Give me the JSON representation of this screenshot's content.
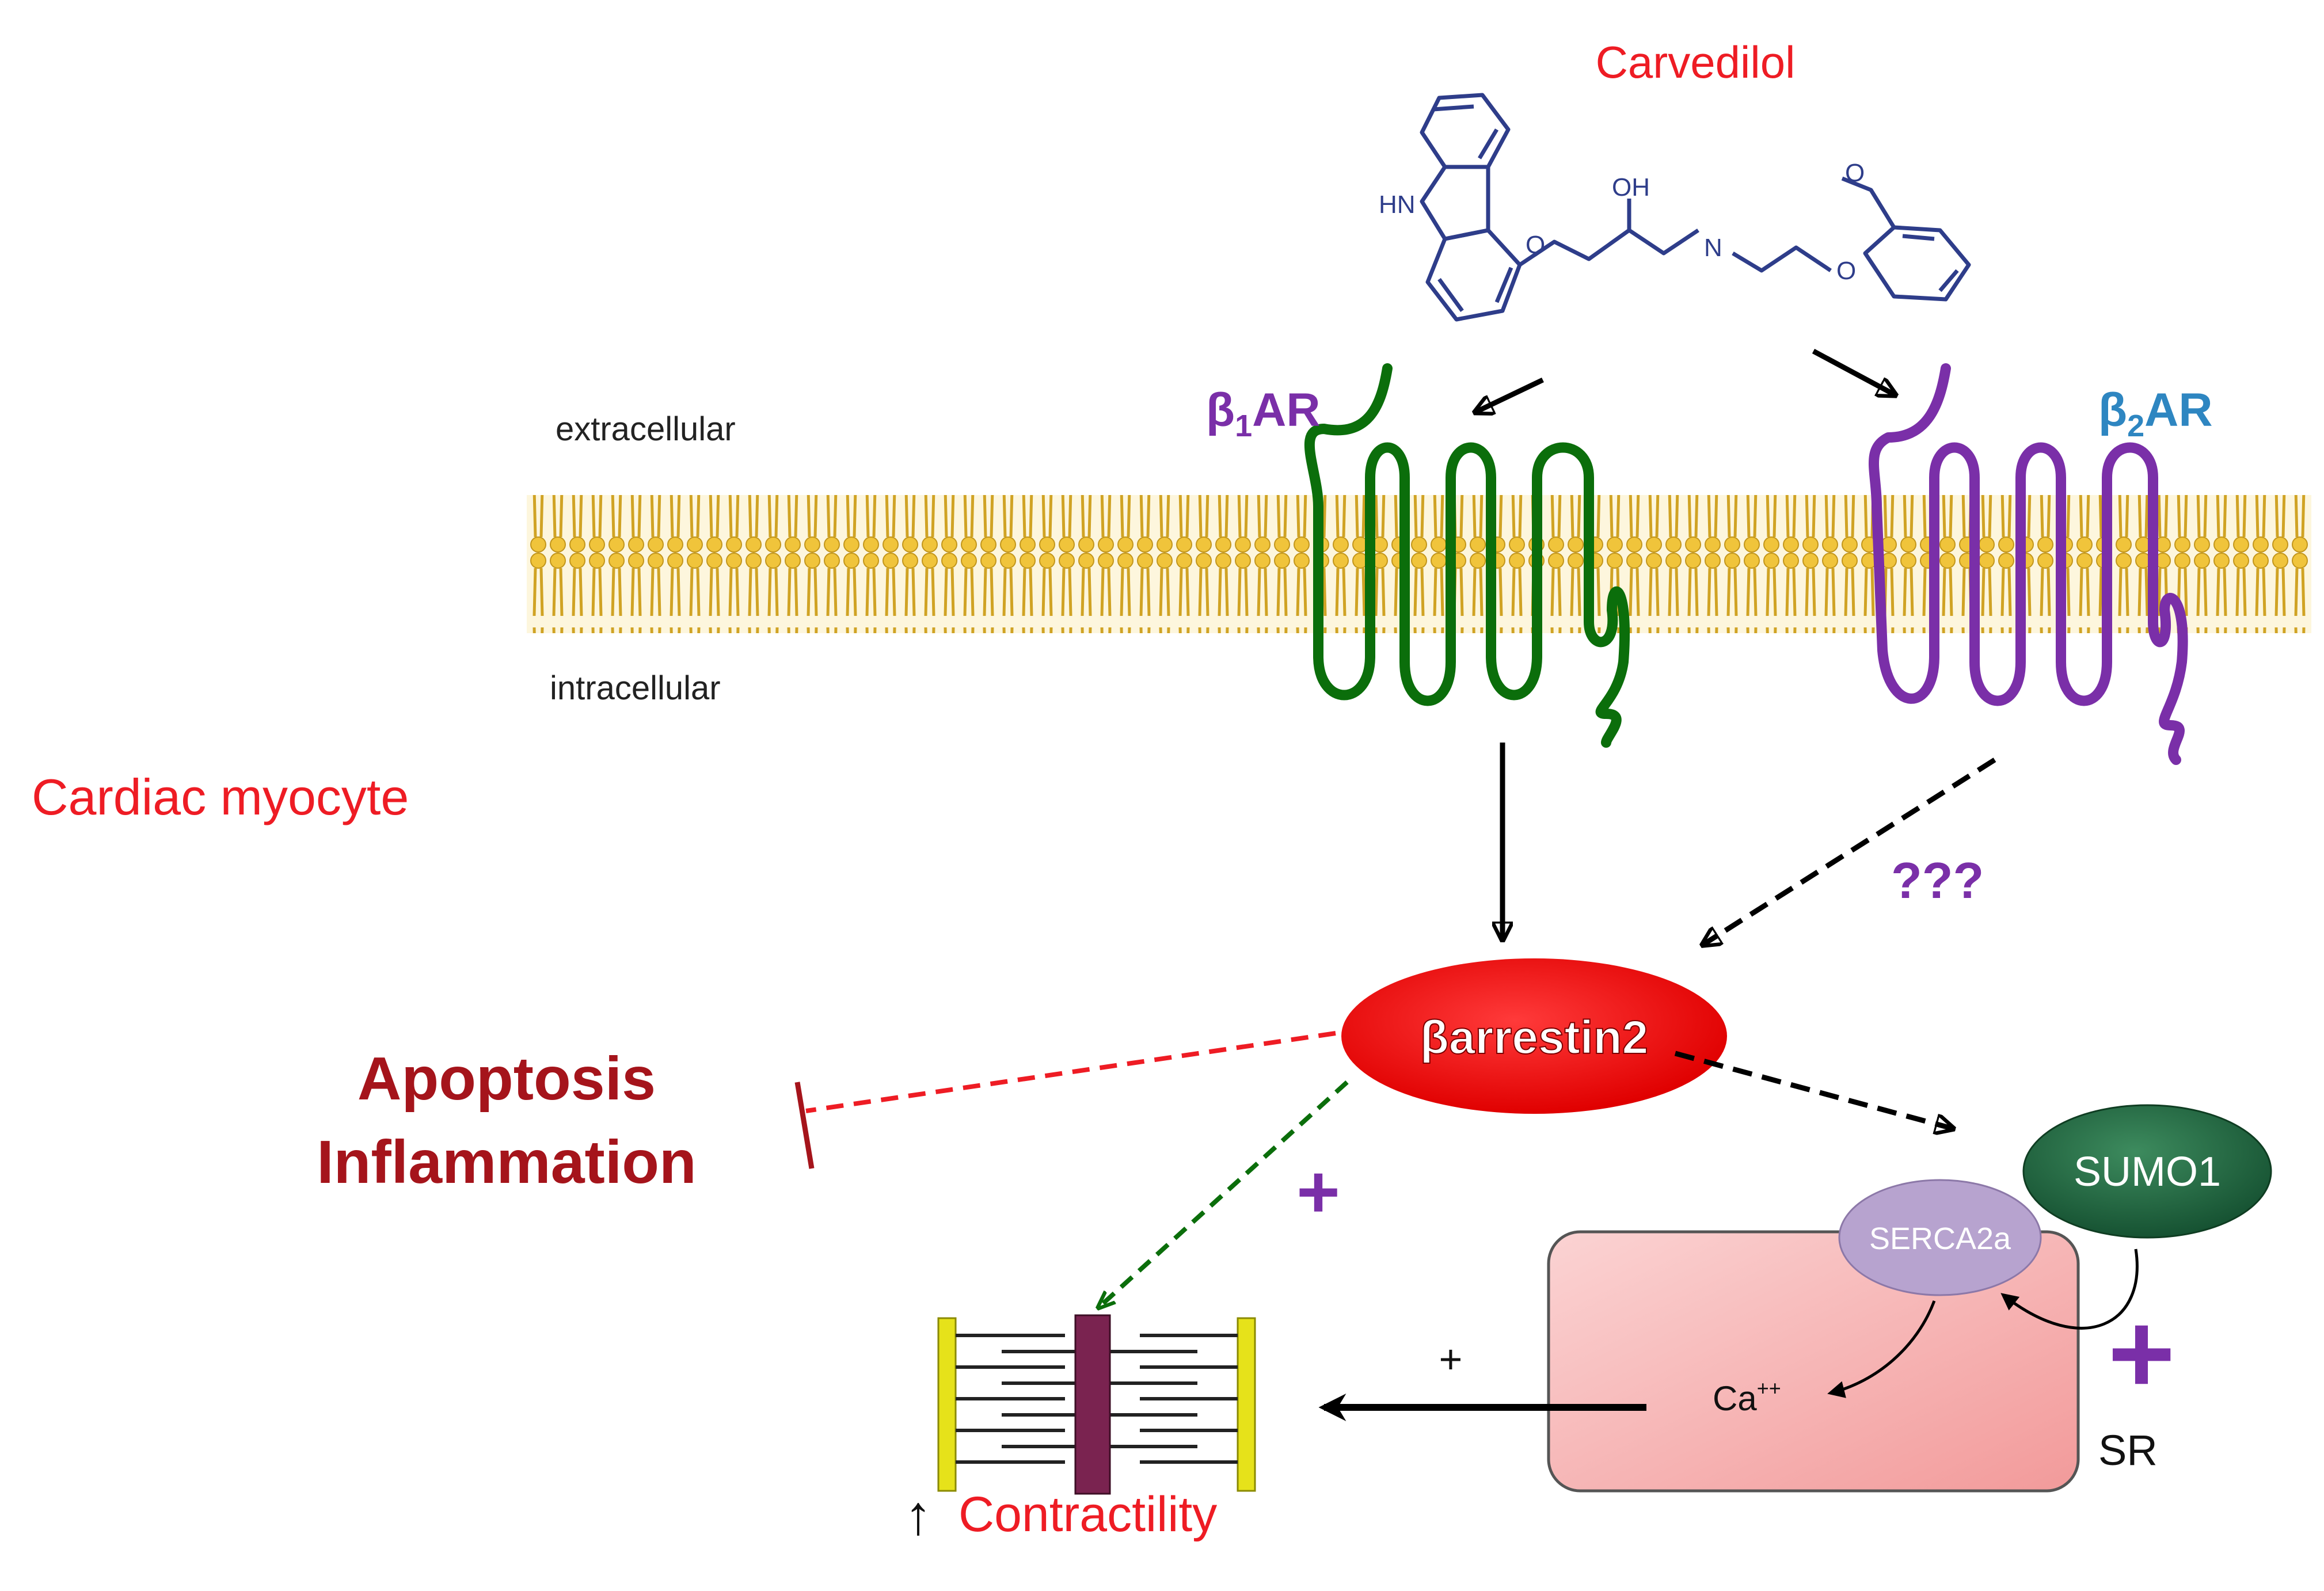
{
  "drug": {
    "name": "Carvedilol",
    "atoms": {
      "hn": "HN",
      "oh": "OH",
      "n": "N",
      "o": "O"
    }
  },
  "labels": {
    "extracellular": "extracellular",
    "intracellular": "intracellular",
    "cell_type": "Cardiac myocyte",
    "unknown": "???",
    "plus": "+",
    "ca": "Ca",
    "ca_sup": "++",
    "sr": "SR",
    "up_arrow": "↑",
    "contractility": "Contractility",
    "outcome_1": "Apoptosis",
    "outcome_2": "Inflammation"
  },
  "receptors": {
    "b1": {
      "prefix": "β",
      "sub": "1",
      "suffix": "AR"
    },
    "b2": {
      "prefix": "β",
      "sub": "2",
      "suffix": "AR"
    }
  },
  "nodes": {
    "barrestin": "βarrestin2",
    "sumo": "SUMO1",
    "serca": "SERCA2a"
  },
  "colors": {
    "red_text": "#ee1c24",
    "dark_red": "#a5141b",
    "b1_green": "#0b6e0b",
    "b2_purple": "#7a2fa8",
    "b2_label_blue": "#2e86c1",
    "molecule_blue": "#2e3d8a",
    "membrane_gold": "#e8b82c",
    "barrestin_red": "#f21010",
    "sumo_green": "#1f6b3f",
    "serca_lilac": "#b7a3cf",
    "sr_pink": "#f7b6b6"
  }
}
